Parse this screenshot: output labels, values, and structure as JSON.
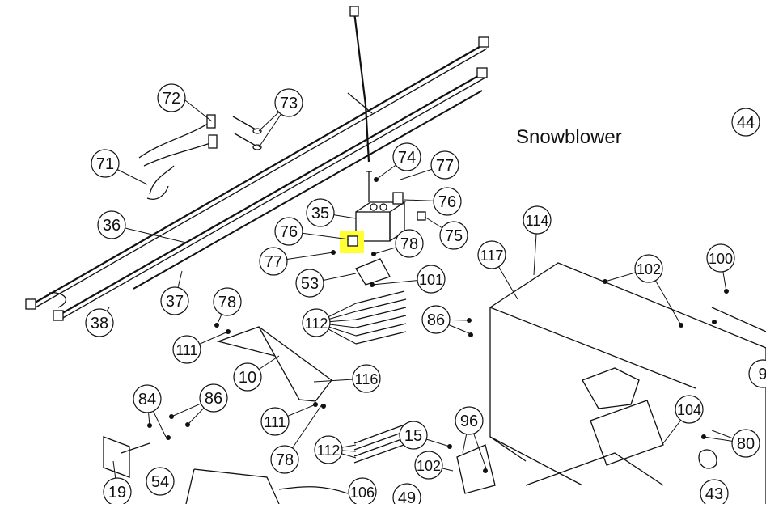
{
  "title": "Snowblower",
  "highlight_color": "#ffff33",
  "callouts": [
    "72",
    "73",
    "71",
    "36",
    "74",
    "77",
    "35",
    "76",
    "76",
    "75",
    "77",
    "78",
    "53",
    "101",
    "38",
    "37",
    "78",
    "111",
    "112",
    "10",
    "116",
    "86",
    "84",
    "86",
    "111",
    "78",
    "112",
    "96",
    "15",
    "102",
    "114",
    "117",
    "102",
    "100",
    "44",
    "104",
    "80",
    "9",
    "19",
    "54",
    "106",
    "49",
    "43"
  ]
}
